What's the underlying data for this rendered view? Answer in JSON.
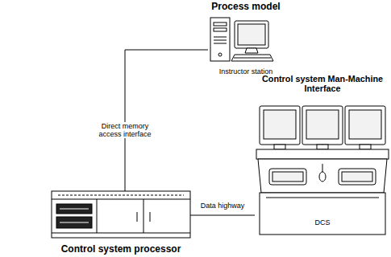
{
  "diagram": {
    "nodes": [
      {
        "text": [
          "Process model",
          "Instructor station"
        ]
      },
      {
        "text": [
          "Control system processor"
        ]
      },
      {
        "text": [
          "Control system Man-Machine Interface",
          "DCS"
        ]
      }
    ],
    "edges": [
      {
        "from": 0,
        "to": 1,
        "arrow": "none",
        "label": "Direct memory access interface"
      },
      {
        "from": 1,
        "to": 2,
        "arrow": "none",
        "label": "Data highway"
      }
    ]
  }
}
